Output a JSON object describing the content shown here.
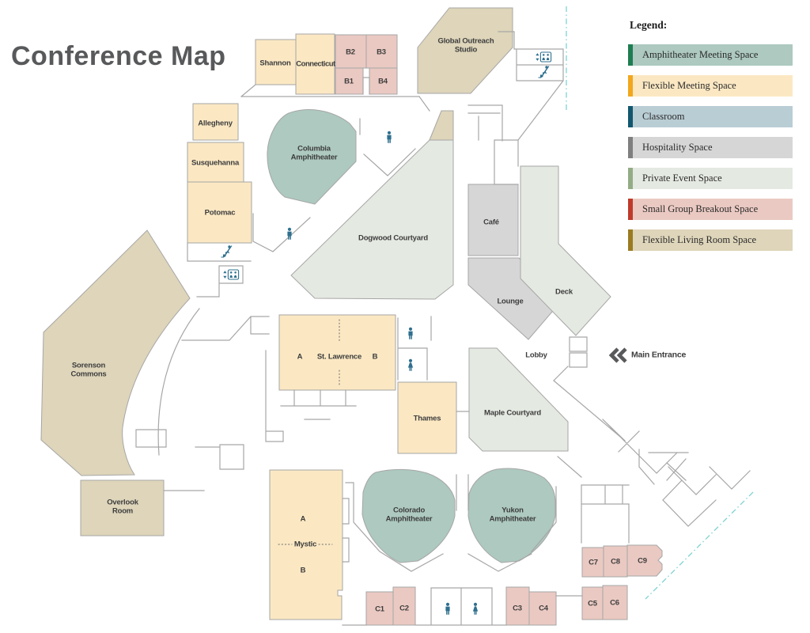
{
  "title": "Conference Map",
  "legend": {
    "heading": "Legend:",
    "items": [
      {
        "key": "amphitheater",
        "label": "Amphitheater Meeting Space",
        "fill": "#adc9c0",
        "accent": "#1e7d52"
      },
      {
        "key": "flexible-meeting",
        "label": "Flexible Meeting Space",
        "fill": "#fbe8c3",
        "accent": "#f2a71e"
      },
      {
        "key": "classroom",
        "label": "Classroom",
        "fill": "#b9cdd4",
        "accent": "#12576f"
      },
      {
        "key": "hospitality",
        "label": "Hospitality Space",
        "fill": "#d6d6d6",
        "accent": "#7f7f7f"
      },
      {
        "key": "private-event",
        "label": "Private Event Space",
        "fill": "#e4e9e1",
        "accent": "#94ac85"
      },
      {
        "key": "small-group",
        "label": "Small Group Breakout Space",
        "fill": "#eac9c2",
        "accent": "#bf3a2b"
      },
      {
        "key": "flexible-living",
        "label": "Flexible Living Room Space",
        "fill": "#ded5ba",
        "accent": "#9a7b20"
      }
    ]
  },
  "rooms": {
    "shannon": {
      "label": "Shannon",
      "type": "flexible-meeting"
    },
    "connecticut": {
      "label": "Connecticut",
      "type": "flexible-meeting"
    },
    "b1": {
      "label": "B1",
      "type": "small-group"
    },
    "b2": {
      "label": "B2",
      "type": "small-group"
    },
    "b3": {
      "label": "B3",
      "type": "small-group"
    },
    "b4": {
      "label": "B4",
      "type": "small-group"
    },
    "global_outreach": {
      "label": "Global Outreach\nStudio",
      "type": "flexible-living"
    },
    "allegheny": {
      "label": "Allegheny",
      "type": "flexible-meeting"
    },
    "susquehanna": {
      "label": "Susquehanna",
      "type": "flexible-meeting"
    },
    "potomac": {
      "label": "Potomac",
      "type": "flexible-meeting"
    },
    "columbia": {
      "label": "Columbia\nAmphitheater",
      "type": "amphitheater"
    },
    "dogwood": {
      "label": "Dogwood Courtyard",
      "type": "private-event"
    },
    "cafe": {
      "label": "Café",
      "type": "hospitality"
    },
    "lounge": {
      "label": "Lounge",
      "type": "hospitality"
    },
    "deck": {
      "label": "Deck",
      "type": "private-event"
    },
    "lobby": {
      "label": "Lobby",
      "type": "circulation"
    },
    "main_entrance": {
      "label": "Main Entrance"
    },
    "sorenson": {
      "label": "Sorenson\nCommons",
      "type": "flexible-living"
    },
    "overlook": {
      "label": "Overlook\nRoom",
      "type": "flexible-living"
    },
    "st_lawrence": {
      "label": "St. Lawrence",
      "section_a": "A",
      "section_b": "B",
      "type": "flexible-meeting"
    },
    "thames": {
      "label": "Thames",
      "type": "flexible-meeting"
    },
    "maple": {
      "label": "Maple Courtyard",
      "type": "private-event"
    },
    "mystic": {
      "label": "Mystic",
      "section_a": "A",
      "section_b": "B",
      "type": "flexible-meeting"
    },
    "colorado": {
      "label": "Colorado\nAmphitheater",
      "type": "amphitheater"
    },
    "yukon": {
      "label": "Yukon\nAmphitheater",
      "type": "amphitheater"
    },
    "c1": {
      "label": "C1",
      "type": "small-group"
    },
    "c2": {
      "label": "C2",
      "type": "small-group"
    },
    "c3": {
      "label": "C3",
      "type": "small-group"
    },
    "c4": {
      "label": "C4",
      "type": "small-group"
    },
    "c5": {
      "label": "C5",
      "type": "small-group"
    },
    "c6": {
      "label": "C6",
      "type": "small-group"
    },
    "c7": {
      "label": "C7",
      "type": "small-group"
    },
    "c8": {
      "label": "C8",
      "type": "small-group"
    },
    "c9": {
      "label": "C9",
      "type": "small-group"
    }
  },
  "icons": {
    "restroom_male": "person-silhouette",
    "restroom_female": "person-dress-silhouette",
    "stairs": "stairs-descend-arrow",
    "elevator": "elevator-cab-up-down",
    "main_entrance": "double-chevron-left"
  },
  "colors": {
    "wall": "#a6a6a6",
    "label": "#3d3d3d",
    "title": "#58595b",
    "icon": "#2e6f8e",
    "guide_dash": "#7fd2d2",
    "entrance_icon": "#58595b",
    "background": "#ffffff"
  }
}
